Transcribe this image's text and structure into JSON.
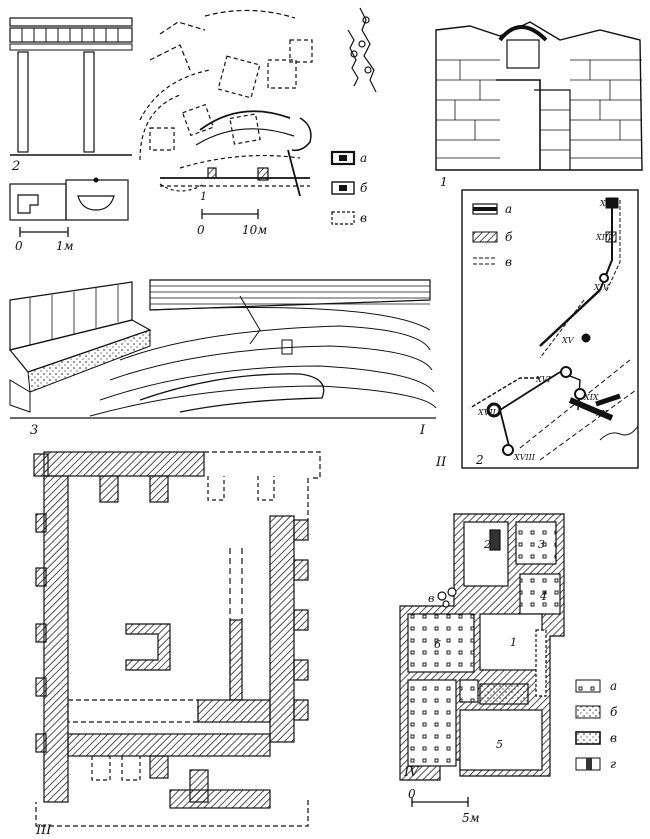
{
  "figure_labels": {
    "sub_1": "1",
    "sub_2": "2",
    "sub_3": "3",
    "roman_I": "I",
    "roman_II": "II",
    "roman_III": "III",
    "roman_IV": "IV",
    "fig1_sub_1": "1",
    "fig1_sub_2": "2",
    "fig2_sub_1": "1",
    "fig2_sub_2": "2"
  },
  "scales": {
    "small_1m": {
      "zero": "0",
      "end": "1м"
    },
    "plan_10m": {
      "zero": "0",
      "end": "10м"
    },
    "plan_5m": {
      "zero": "0",
      "end": "5м"
    }
  },
  "legend_top": [
    "а",
    "б",
    "в"
  ],
  "legend_ii": [
    "а",
    "б",
    "в"
  ],
  "legend_iv": [
    "а",
    "б",
    "в",
    "г"
  ],
  "tower_numbers": [
    "XII",
    "XIII",
    "XIV",
    "XV",
    "XVI",
    "XVII",
    "XVIII",
    "XIX",
    "XX"
  ],
  "room_numbers": [
    "1",
    "2",
    "3",
    "4",
    "5",
    "6"
  ],
  "marker_v": "в",
  "colors": {
    "ink": "#111111",
    "paper": "#ffffff",
    "hatch": "#444444"
  }
}
